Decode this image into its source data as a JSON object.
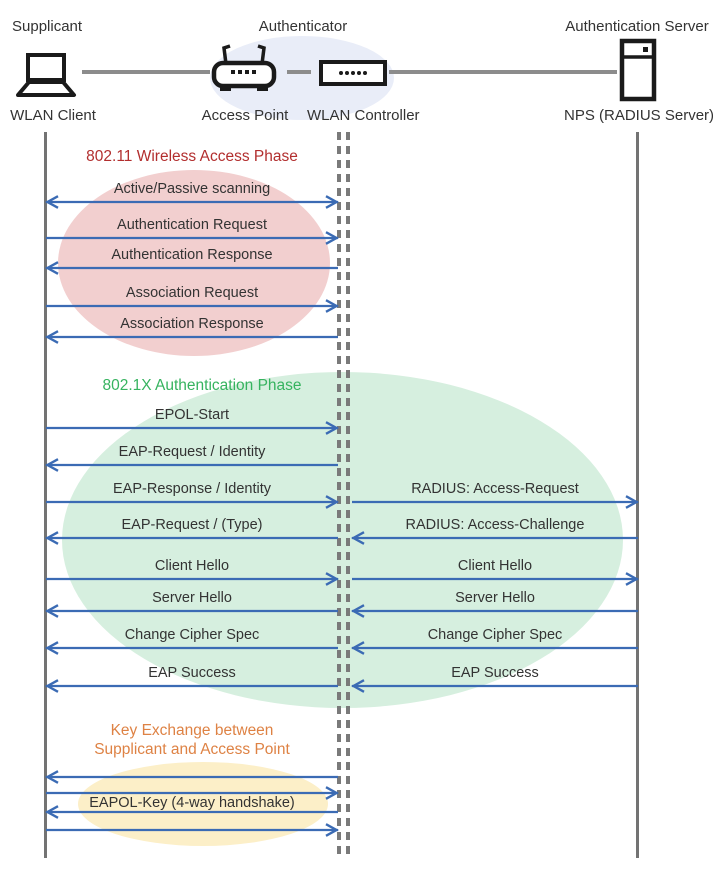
{
  "actors": {
    "supplicant": {
      "role": "Supplicant",
      "device": "WLAN Client"
    },
    "authenticator": {
      "role": "Authenticator",
      "access_point": "Access Point",
      "wlan_controller": "WLAN Controller"
    },
    "authentication_server": {
      "role": "Authentication Server",
      "device": "NPS (RADIUS Server)"
    }
  },
  "phases": [
    {
      "id": "wireless-access",
      "title": "802.11 Wireless Access Phase",
      "title_color": "#B22E2E",
      "ellipse_color": "#F2CFCF"
    },
    {
      "id": "dot1x-authentication",
      "title": "802.1X Authentication Phase",
      "title_color": "#36B35F",
      "ellipse_color": "#D6EFDF"
    },
    {
      "id": "key-exchange",
      "title_line1": "Key Exchange between",
      "title_line2": "Supplicant and Access Point",
      "title_color": "#DE8244",
      "ellipse_color": "#FCEFC8"
    }
  ],
  "messages": [
    {
      "left_label": "Active/Passive scanning",
      "direction": "both",
      "span": "left"
    },
    {
      "left_label": "Authentication Request",
      "direction": "right",
      "span": "left"
    },
    {
      "left_label": "Authentication Response",
      "direction": "left",
      "span": "left"
    },
    {
      "left_label": "Association Request",
      "direction": "right",
      "span": "left"
    },
    {
      "left_label": "Association Response",
      "direction": "left",
      "span": "left"
    },
    {
      "left_label": "EPOL-Start",
      "direction": "right",
      "span": "left"
    },
    {
      "left_label": "EAP-Request / Identity",
      "direction": "left",
      "span": "left"
    },
    {
      "left_label": "EAP-Response / Identity",
      "right_label": "RADIUS: Access-Request",
      "direction": "right",
      "span": "both"
    },
    {
      "left_label": "EAP-Request / (Type)",
      "right_label": "RADIUS: Access-Challenge",
      "direction": "left",
      "span": "both"
    },
    {
      "left_label": "Client Hello",
      "right_label": "Client Hello",
      "direction": "right",
      "span": "both"
    },
    {
      "left_label": "Server Hello",
      "right_label": "Server Hello",
      "direction": "left",
      "span": "both"
    },
    {
      "left_label": "Change Cipher Spec",
      "right_label": "Change Cipher Spec",
      "direction": "left",
      "span": "both"
    },
    {
      "left_label": "EAP Success",
      "right_label": "EAP Success",
      "direction": "left",
      "span": "both"
    },
    {
      "direction": "left",
      "span": "left"
    },
    {
      "direction": "right",
      "span": "left"
    },
    {
      "direction": "left",
      "span": "left"
    },
    {
      "direction": "right",
      "span": "left"
    }
  ],
  "key_exchange_label": "EAPOL-Key (4-way handshake)",
  "colors": {
    "arrow": "#3B6BB4",
    "lifeline": "#737373",
    "dashed_lifeline": "#7A7A7A",
    "connector": "#8C8C8C",
    "text": "#333333",
    "icon_stroke": "#1A1A1A",
    "authenticator_ellipse": "#E9EDF8"
  }
}
